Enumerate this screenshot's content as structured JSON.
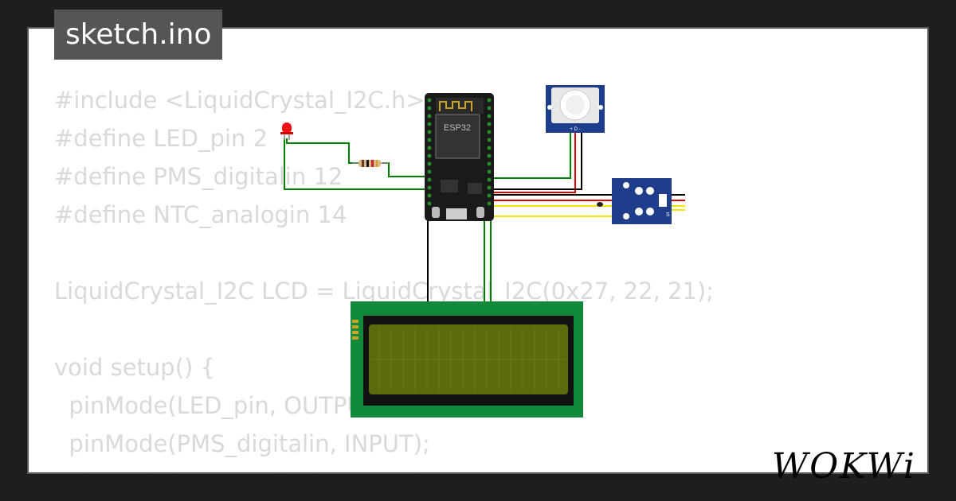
{
  "tab": {
    "title": "sketch.ino"
  },
  "code": {
    "lines": [
      "#include <LiquidCrystal_I2C.h>",
      "#define LED_pin 2",
      "#define PMS_digitalin 12",
      "#define NTC_analogin 14",
      "",
      "LiquidCrystal_I2C LCD = LiquidCrystal_I2C(0x27, 22, 21);",
      "",
      "void setup() {",
      "  pinMode(LED_pin, OUTPUT);",
      "  pinMode(PMS_digitalin, INPUT);",
      "  pinMode(NTC_analogin, INPUT);"
    ]
  },
  "board": {
    "label": "ESP32"
  },
  "pir": {
    "pins": "+ D -"
  },
  "ntc": {
    "pin_label": "S"
  },
  "brand": {
    "logo": "WOKWi"
  },
  "colors": {
    "background": "#1e1e1e",
    "card": "#ffffff",
    "tab": "#555555",
    "code_text": "#d9d9d9",
    "esp32_board": "#1a1a1a",
    "pir_board": "#1e3d8a",
    "ntc_board": "#1e3d8a",
    "lcd_pcb": "#128a3c",
    "lcd_screen": "#5b6b0e",
    "wire_green": "#007f00",
    "wire_red": "#e00000",
    "wire_yellow": "#f2e400",
    "wire_black": "#000000"
  },
  "icons": [
    "led-icon",
    "resistor-icon",
    "esp32-board-icon",
    "pir-sensor-icon",
    "ntc-sensor-icon",
    "lcd-display-icon"
  ]
}
